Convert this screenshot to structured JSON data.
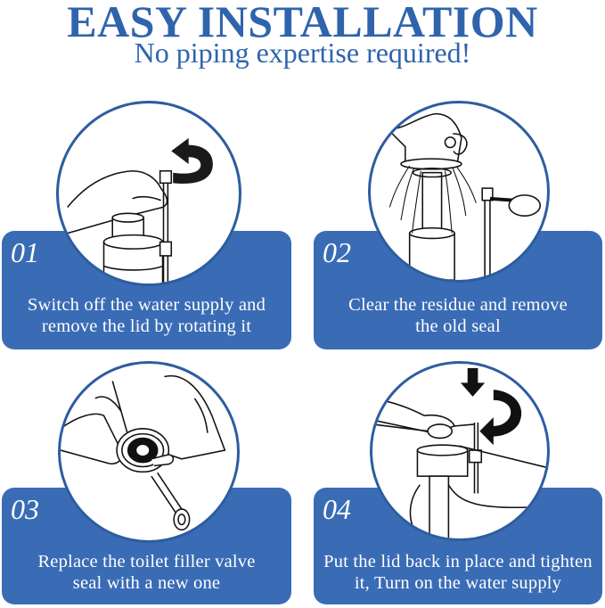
{
  "header": {
    "title": "EASY INSTALLATION",
    "subtitle": "No piping expertise required!"
  },
  "colors": {
    "title_blue": "#2f64ad",
    "panel_blue": "#3a6cb5",
    "circle_border": "#2d5d9f",
    "text_on_panel": "#ffffff",
    "background": "#ffffff"
  },
  "steps": [
    {
      "number": "01",
      "line1": "Switch off the water supply and",
      "line2": "remove the lid by rotating it",
      "illustration": "hand-rotating-lid-counterclockwise-arrow"
    },
    {
      "number": "02",
      "line1": "Clear the residue and remove",
      "line2": "the old seal",
      "illustration": "lid-removed-water-spraying"
    },
    {
      "number": "03",
      "line1": "Replace the toilet filler valve",
      "line2": "seal with a new one",
      "illustration": "hands-replacing-seal"
    },
    {
      "number": "04",
      "line1": "Put the lid back in place and tighten",
      "line2": "it, Turn on the water supply",
      "illustration": "pressing-down-and-rotating-lid-arrows"
    }
  ]
}
